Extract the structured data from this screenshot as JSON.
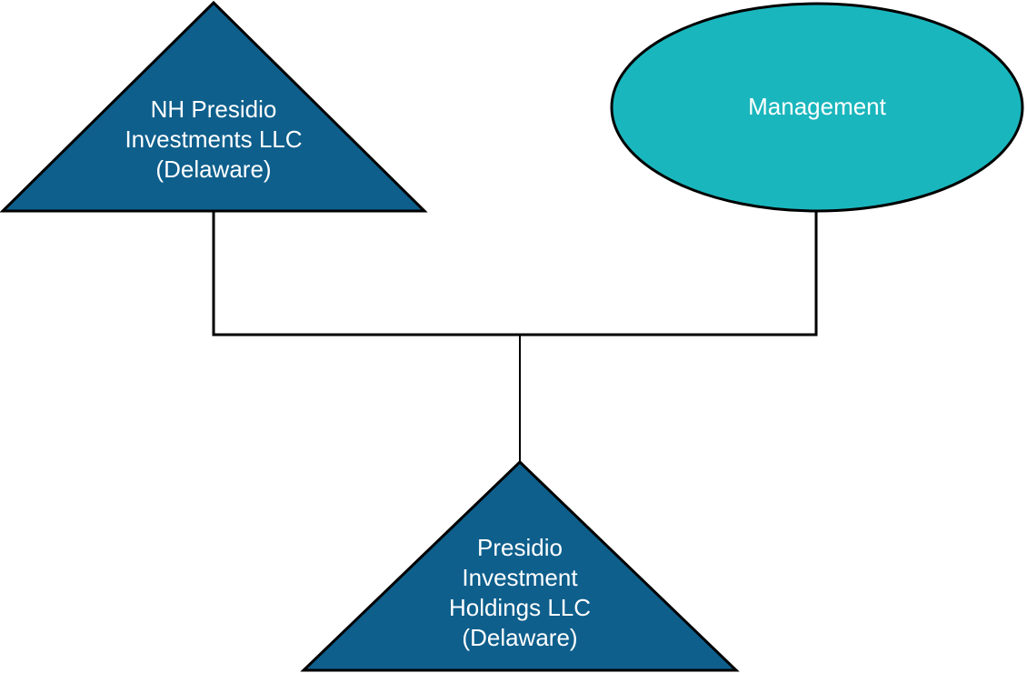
{
  "page": {
    "background": "#FFFFFF"
  },
  "diagram": {
    "type": "ownership-structure",
    "nodes": [
      {
        "id": "nh-presidio-investments",
        "shape": "triangle",
        "label": "NH Presidio\nInvestments LLC\n(Delaware)",
        "fill": "#0E5F8C",
        "text_color": "#FFFFFF"
      },
      {
        "id": "management",
        "shape": "ellipse",
        "label": "Management",
        "fill": "#1AB6BD",
        "text_color": "#FFFFFF"
      },
      {
        "id": "presidio-investment-holdings",
        "shape": "triangle",
        "label": "Presidio\nInvestment\nHoldings LLC\n(Delaware)",
        "fill": "#0E5F8C",
        "text_color": "#FFFFFF"
      }
    ],
    "edges": [
      {
        "from": "nh-presidio-investments",
        "to": "presidio-investment-holdings"
      },
      {
        "from": "management",
        "to": "presidio-investment-holdings"
      }
    ],
    "stroke_color": "#000000"
  }
}
